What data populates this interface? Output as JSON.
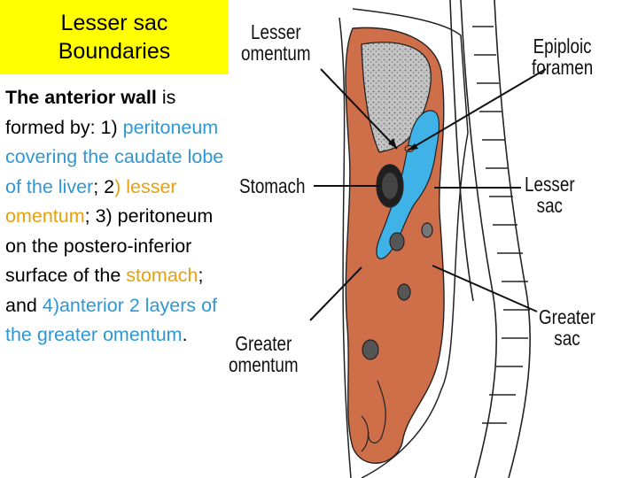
{
  "title": {
    "line1": "Lesser sac",
    "line2": "Boundaries"
  },
  "description": {
    "t1": "The anterior wall",
    "t2": "   is formed by: 1) ",
    "t3": "peritoneum covering the caudate lobe of the liver",
    "t4": "; 2",
    "t5": ") lesser omentum",
    "t6": "; 3) peritoneum on the postero-inferior surface of the ",
    "t7": "stomach",
    "t8": "; and ",
    "t9": "4)anterior 2 layers of the greater omentum",
    "t10": "."
  },
  "labels": {
    "lesser_omentum_1": "Lesser",
    "lesser_omentum_2": "omentum",
    "epiploic_1": "Epiploic",
    "epiploic_2": "foramen",
    "stomach": "Stomach",
    "lesser_sac_1": "Lesser",
    "lesser_sac_2": "sac",
    "greater_sac_1": "Greater",
    "greater_sac_2": "sac",
    "greater_omentum_1": "Greater",
    "greater_omentum_2": "omentum"
  },
  "colors": {
    "highlight": "#ffff00",
    "blue_text": "#2f97d4",
    "orange_text": "#e5a10e",
    "peritoneal_cavity": "#cf6f4a",
    "lesser_sac_fill": "#3fb2e8",
    "liver": "#bdbdbd"
  }
}
